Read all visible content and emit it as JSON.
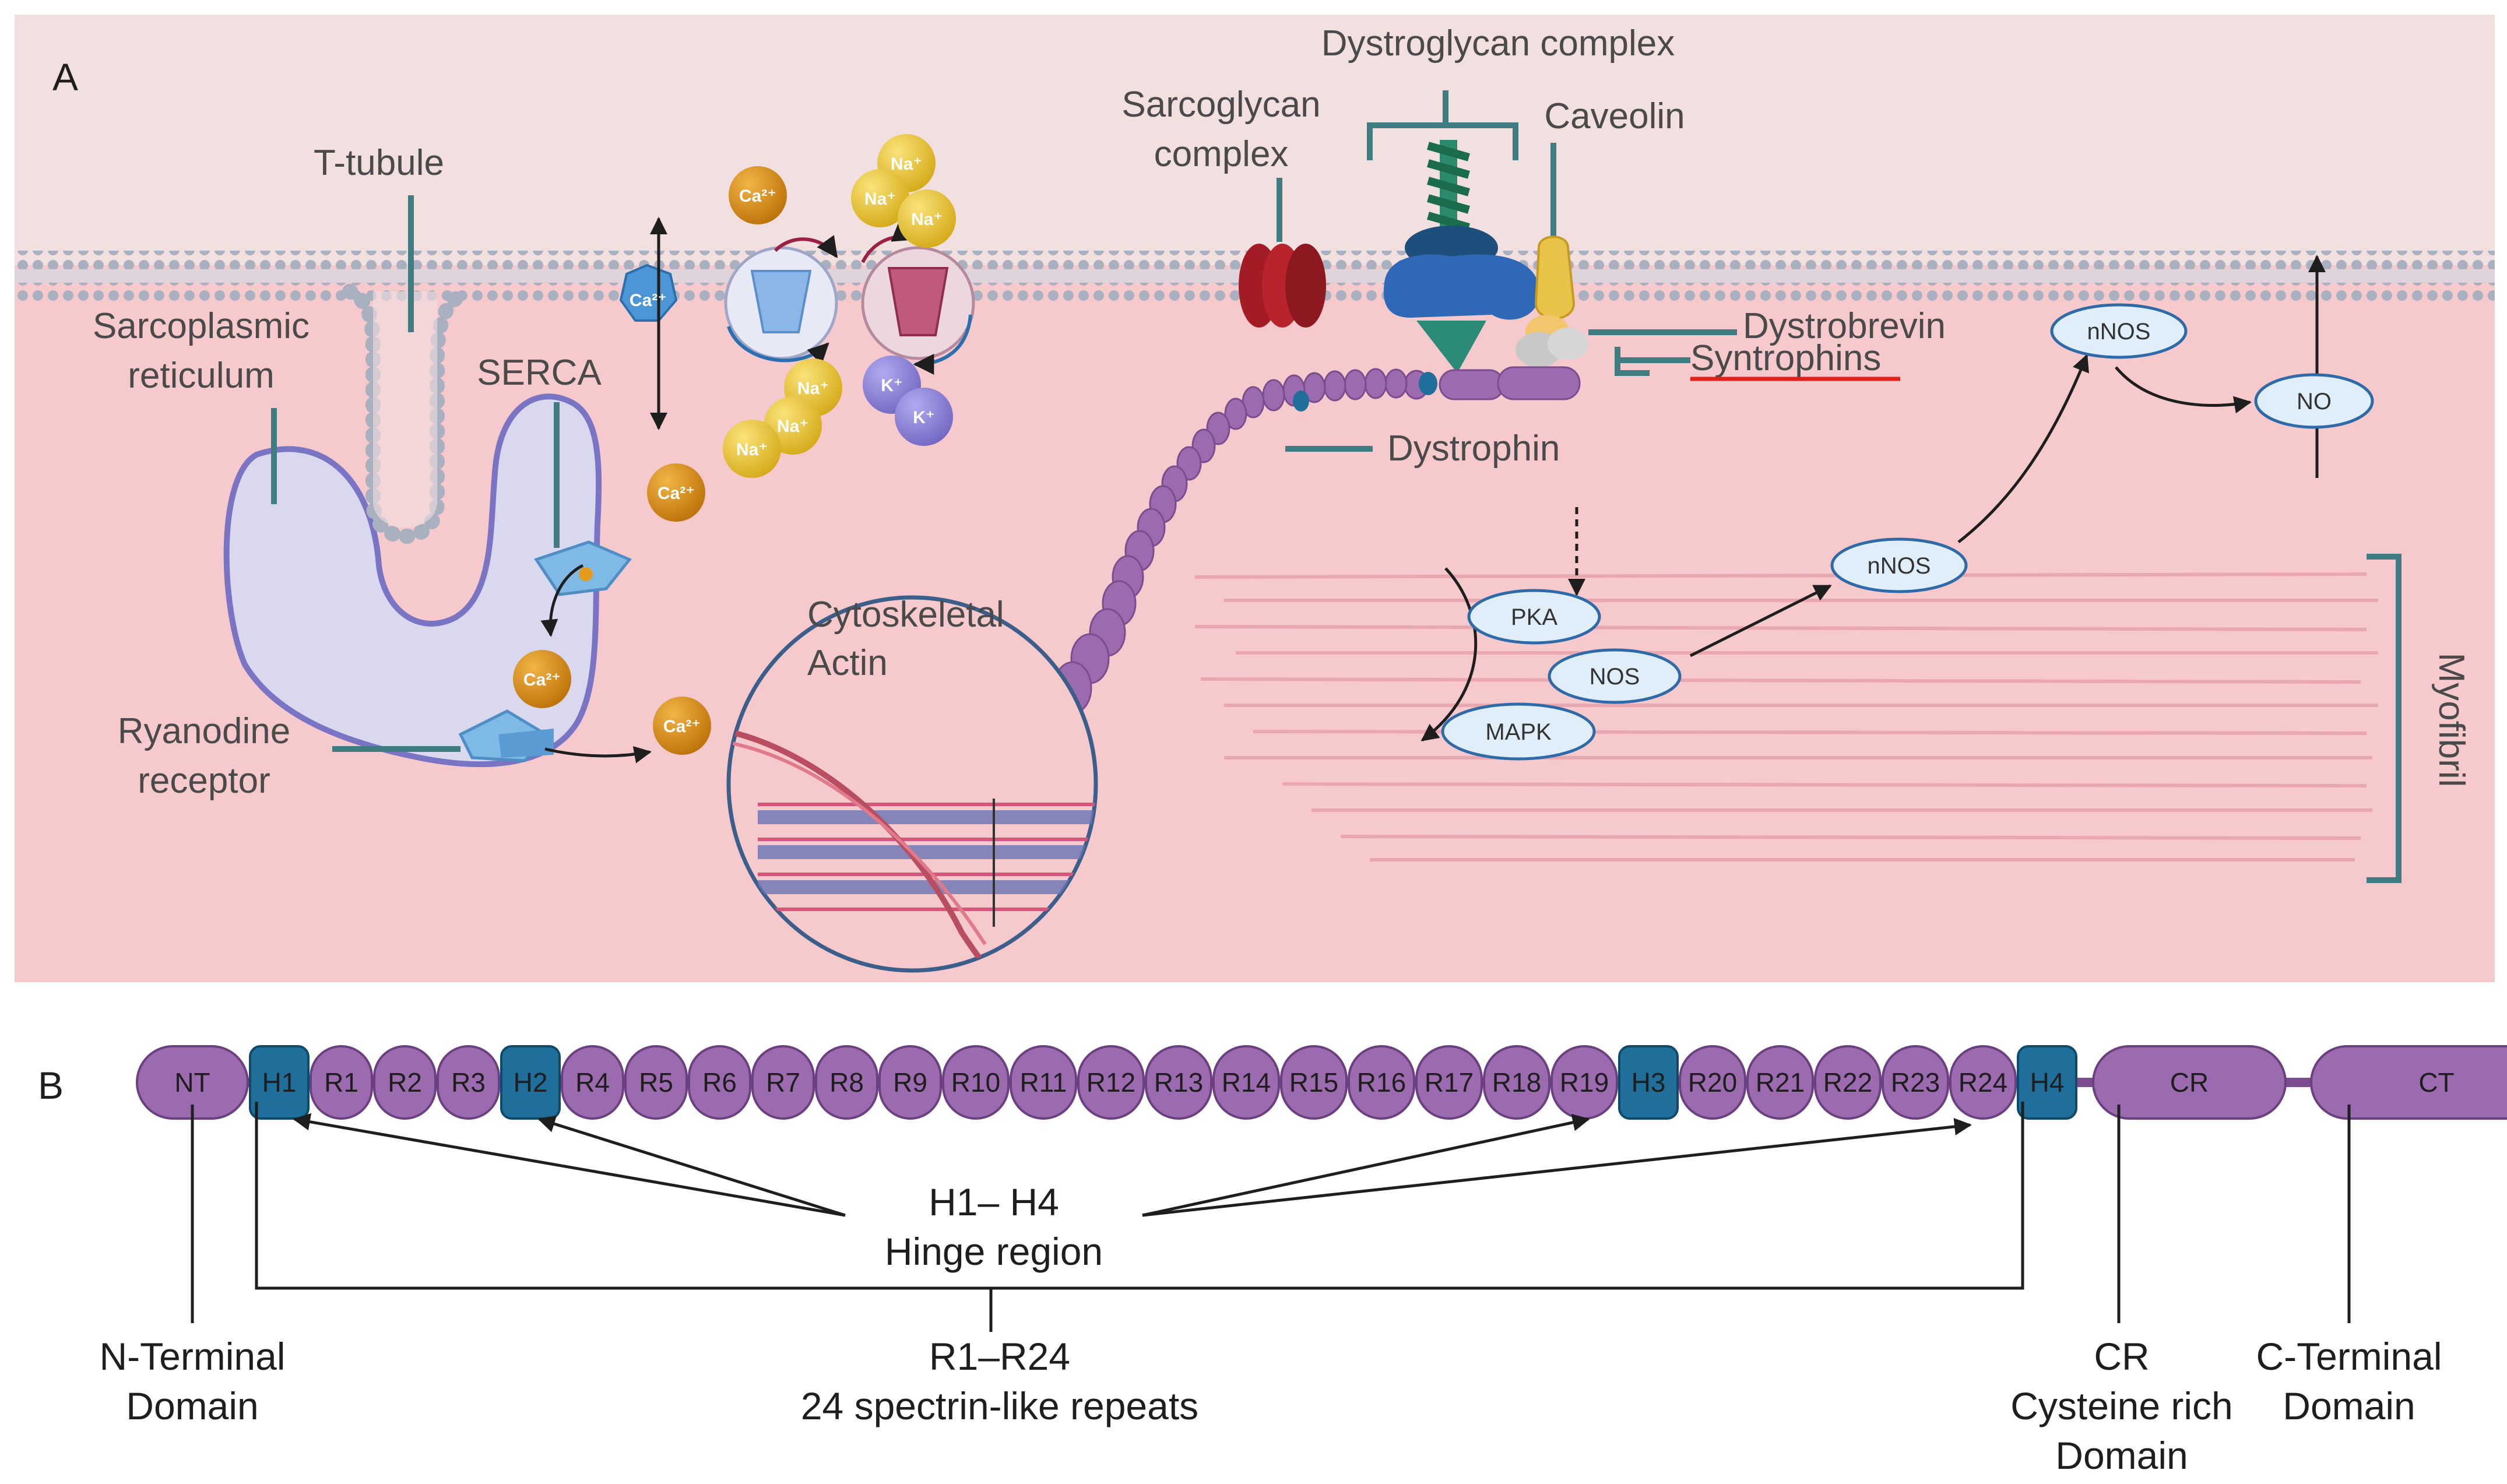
{
  "panel_a": {
    "letter": "A",
    "labels": {
      "t_tubule": "T-tubule",
      "sr_line1": "Sarcoplasmic",
      "sr_line2": "reticulum",
      "serca": "SERCA",
      "ryr_line1": "Ryanodine",
      "ryr_line2": "receptor",
      "sarcoglycan_line1": "Sarcoglycan",
      "sarcoglycan_line2": "complex",
      "dystroglycan": "Dystroglycan complex",
      "caveolin": "Caveolin",
      "dystrobrevin": "Dystrobrevin",
      "syntrophins": "Syntrophins",
      "dystrophin": "Dystrophin",
      "actin_line1": "Cytoskeletal",
      "actin_line2": "Actin",
      "myofibril": "Myofibril"
    },
    "ions": {
      "ca": "Ca²⁺",
      "na": "Na⁺",
      "k": "K⁺"
    },
    "signaling": {
      "pka": "PKA",
      "nos": "NOS",
      "mapk": "MAPK",
      "nnos_1": "nNOS",
      "nnos_2": "nNOS",
      "no": "NO"
    },
    "colors": {
      "extracellular": "#f2dfe0",
      "cytoplasm": "#f6c9cc",
      "membrane": "#a9b0bf",
      "dystrophin": "#9c6aae",
      "hinge": "#1f6f9a",
      "leader": "#3f7d82",
      "ca_ion": "#d68a0c",
      "na_ion": "#e8c32a",
      "k_ion": "#8f86d6",
      "syntrophin_underline": "#e0201a"
    }
  },
  "panel_b": {
    "letter": "B",
    "segments": [
      "NT",
      "H1",
      "R1",
      "R2",
      "R3",
      "H2",
      "R4",
      "R5",
      "R6",
      "R7",
      "R8",
      "R9",
      "R10",
      "R11",
      "R12",
      "R13",
      "R14",
      "R15",
      "R16",
      "R17",
      "R18",
      "R19",
      "H3",
      "R20",
      "R21",
      "R22",
      "R23",
      "R24",
      "H4",
      "CR",
      "CT"
    ],
    "hinge_line1": "H1– H4",
    "hinge_line2": "Hinge region",
    "nterm_line1": "N-Terminal",
    "nterm_line2": "Domain",
    "repeats_line1": "R1–R24",
    "repeats_line2": "24 spectrin-like repeats",
    "cr_line1": "CR",
    "cr_line2": "Cysteine rich",
    "cr_line3": "Domain",
    "cterm_line1": "C-Terminal",
    "cterm_line2": "Domain",
    "colors": {
      "repeat": "#9c6aae",
      "hinge": "#1f6f9a"
    }
  }
}
